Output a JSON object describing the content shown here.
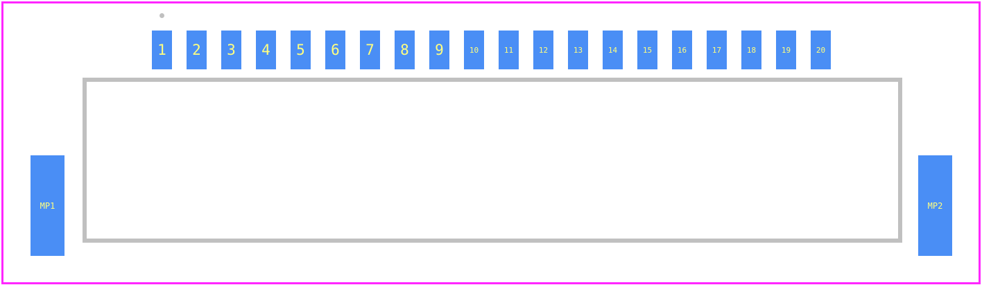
{
  "pads": [
    "1",
    "2",
    "3",
    "4",
    "5",
    "6",
    "7",
    "8",
    "9",
    "10",
    "11",
    "12",
    "13",
    "14",
    "15",
    "16",
    "17",
    "18",
    "19",
    "20"
  ],
  "mount_pads": [
    "MP1",
    "MP2"
  ],
  "colors": {
    "pad": "#4a8ef5",
    "pad_label": "#ffff80",
    "silkscreen": "#c0c0c0",
    "courtyard": "#ff26ff",
    "background": "#ffffff"
  }
}
